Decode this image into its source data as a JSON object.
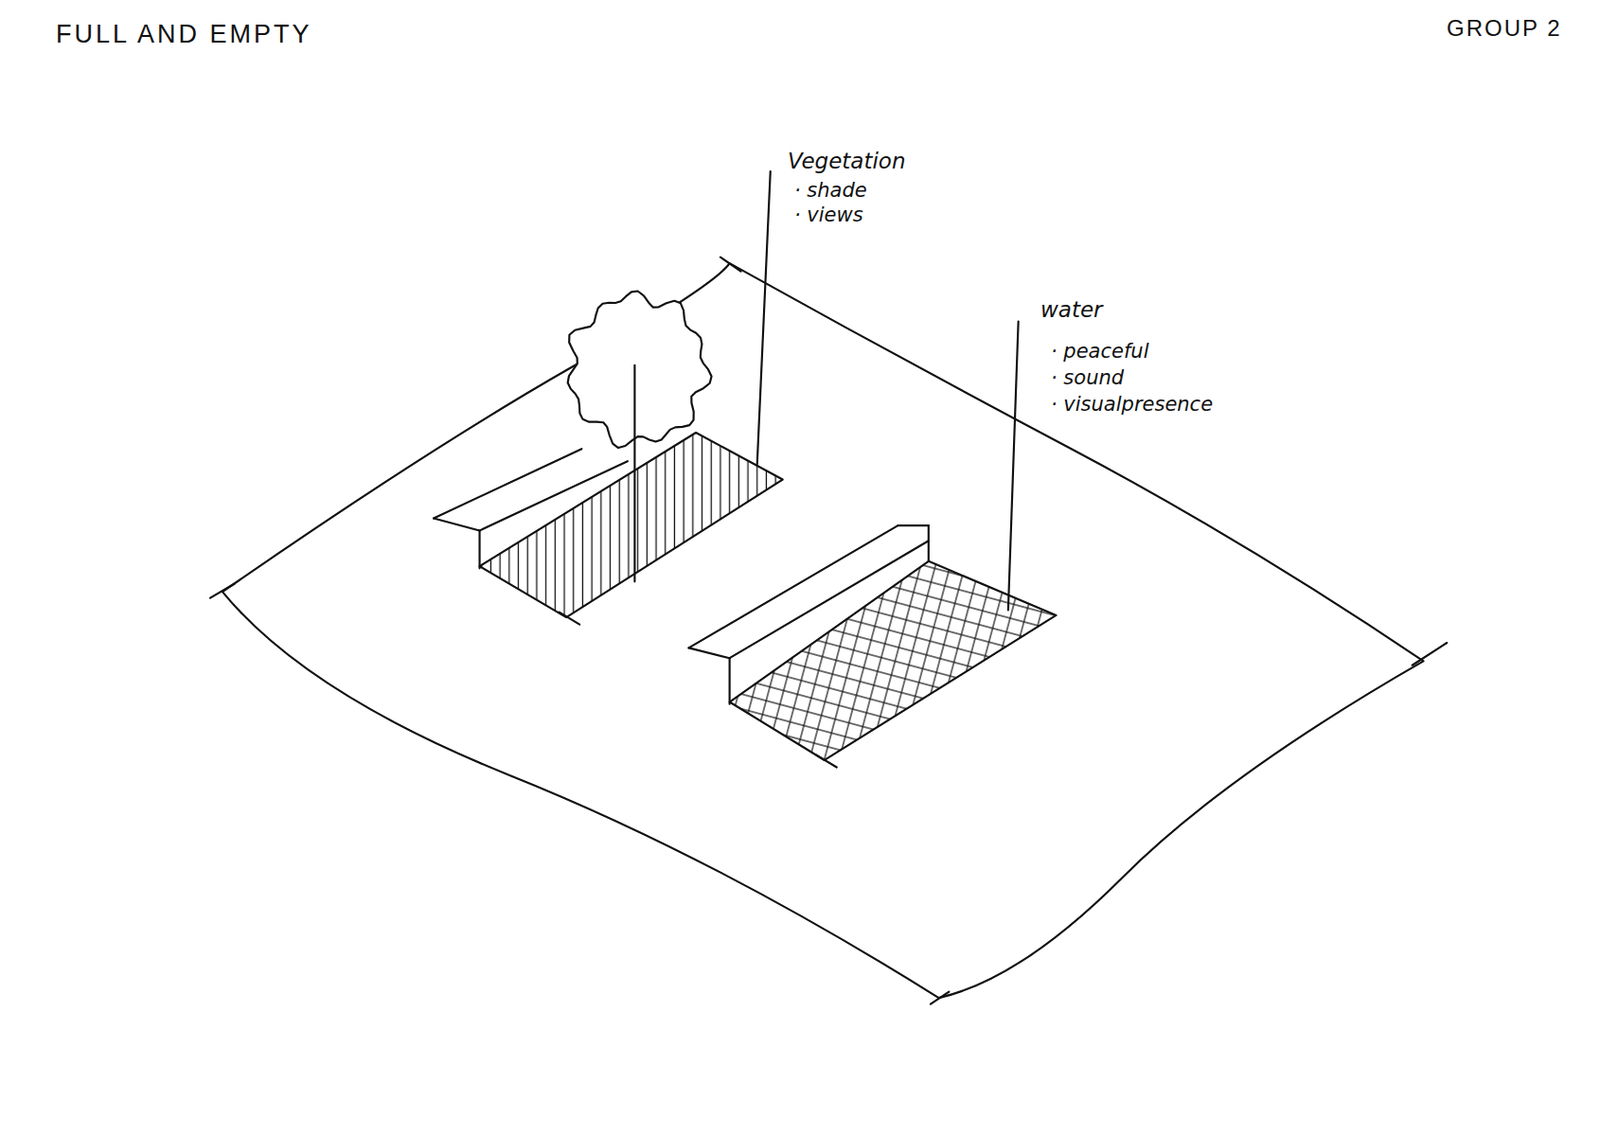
{
  "diagram": {
    "title": "FULL AND EMPTY",
    "labels": [
      "GROUP 2",
      "Vegetation",
      "· shade",
      "· views",
      "water",
      "· peaceful",
      "· sound",
      "· visualpresence"
    ]
  }
}
